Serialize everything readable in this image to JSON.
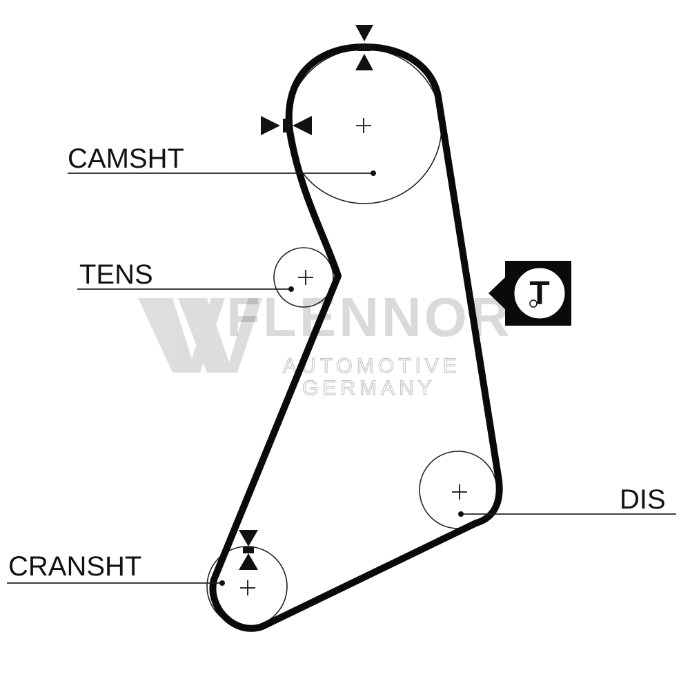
{
  "watermark": {
    "brand": "FLENNOR",
    "line1": "AUTOMOTIVE",
    "line2": "GERMANY",
    "logo": "flennor-w-logo"
  },
  "labels": {
    "camshaft": "CAMSHT",
    "tensioner": "TENS",
    "distributor": "DIS",
    "crankshaft": "CRANSHT"
  },
  "tension_symbol": {
    "letter": "T",
    "icon": "tension-gauge-icon"
  },
  "colors": {
    "belt": "#0a0a0a",
    "background": "#ffffff"
  }
}
